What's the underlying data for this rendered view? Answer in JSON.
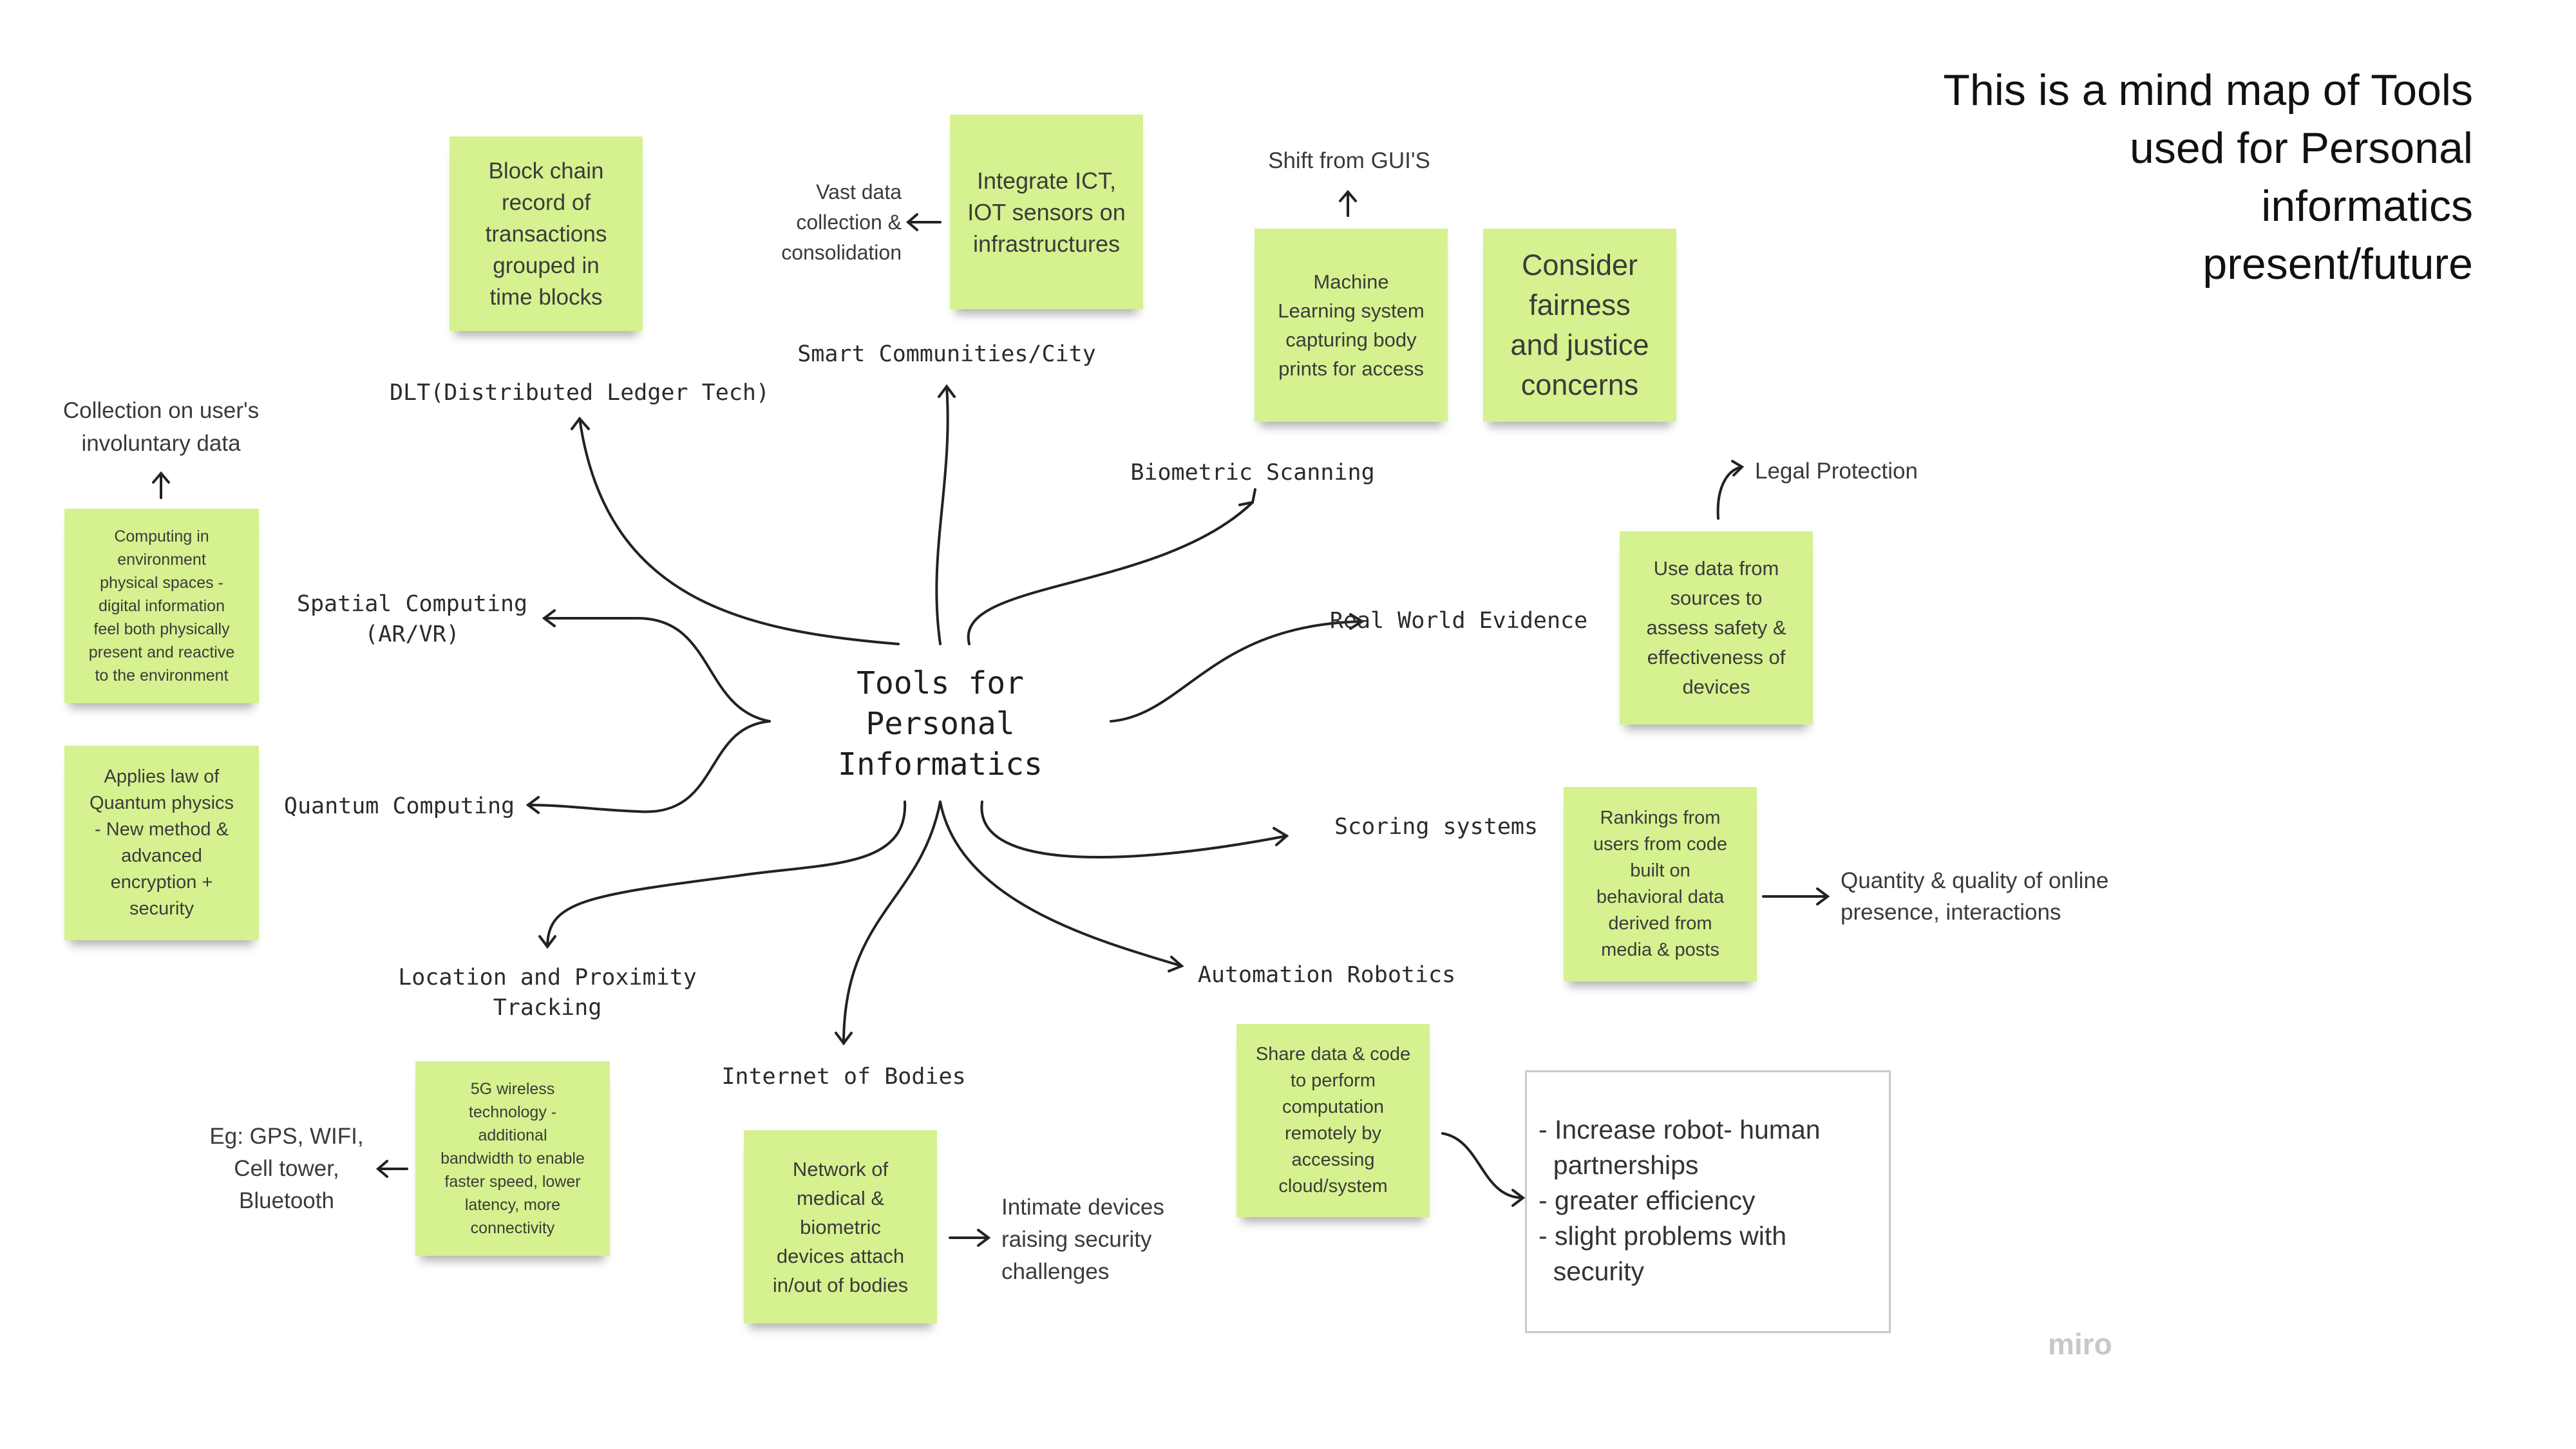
{
  "title": "This is a mind map of Tools\nused for Personal\ninformatics\npresent/future",
  "center": "Tools for\nPersonal\nInformatics",
  "branches": {
    "dlt": "DLT(Distributed Ledger Tech)",
    "smart_communities": "Smart Communities/City",
    "biometric": "Biometric Scanning",
    "real_world": "Real World Evidence",
    "scoring": "Scoring systems",
    "automation": "Automation Robotics",
    "internet_bodies": "Internet of Bodies",
    "location": "Location and Proximity\nTracking",
    "quantum": "Quantum Computing",
    "spatial": "Spatial Computing\n(AR/VR)"
  },
  "notes": {
    "blockchain": "Block chain\nrecord of\ntransactions\ngrouped in\ntime blocks",
    "integrate_ict": "Integrate ICT,\nIOT sensors on\ninfrastructures",
    "machine_learning": "Machine\nLearning system\ncapturing body\nprints for access",
    "fairness": "Consider\nfairness\nand justice\nconcerns",
    "use_data": "Use data from\nsources to\nassess safety &\neffectiveness of\ndevices",
    "rankings": "Rankings from\nusers from code\nbuilt on\nbehavioral data\nderived from\nmedia & posts",
    "share_data": "Share data & code\nto perform\ncomputation\nremotely by\naccessing\ncloud/system",
    "network_medical": "Network of\nmedical &\nbiometric\ndevices attach\nin/out of bodies",
    "five_g": "5G wireless\ntechnology -\nadditional\nbandwidth to enable\nfaster speed, lower\nlatency, more\nconnectivity",
    "quantum_physics": "Applies law of\nQuantum physics\n- New method &\nadvanced\nencryption +\nsecurity",
    "computing_env": "Computing in\nenvironment\nphysical spaces -\ndigital information\nfeel both physically\npresent and reactive\nto the environment"
  },
  "annotations": {
    "vast_data": "Vast data\ncollection &\nconsolidation",
    "shift_gui": "Shift from GUI'S",
    "legal": "Legal Protection",
    "quantity_quality": "Quantity & quality of online\npresence, interactions",
    "intimate": "Intimate devices\nraising security\nchallenges",
    "eg_gps": "Eg: GPS, WIFI,\nCell tower,\nBluetooth",
    "collection": "Collection on user's\ninvoluntary data"
  },
  "robot_box": "- Increase robot- human\n  partnerships\n- greater efficiency\n- slight problems with\n  security",
  "brand": "miro"
}
